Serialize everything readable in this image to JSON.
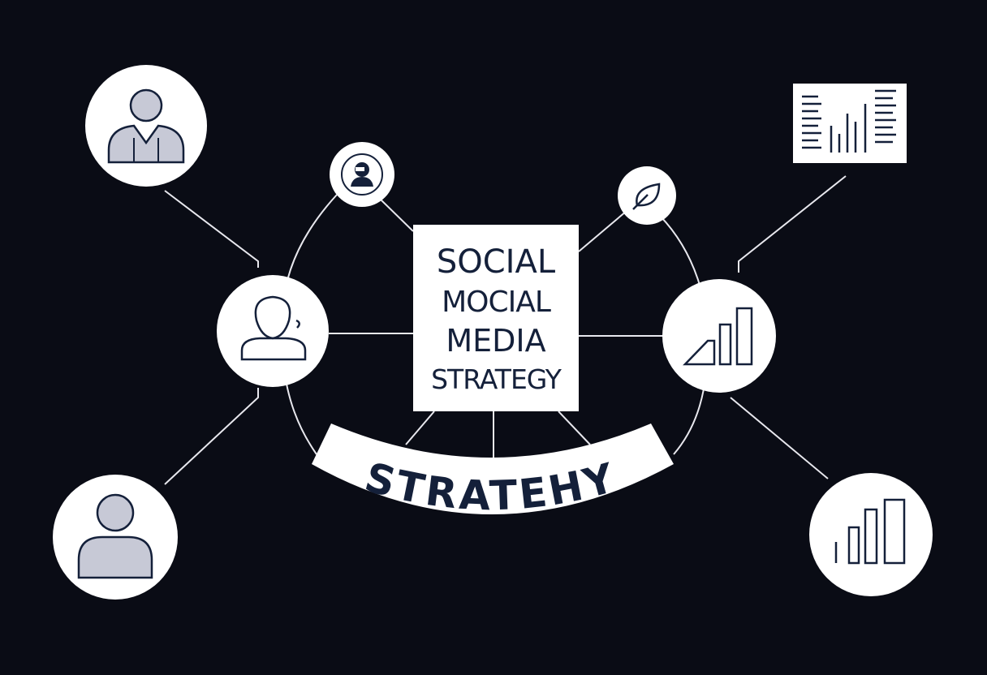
{
  "center_box": {
    "line1": "SOCIAL",
    "line2": "MOCIAL",
    "line3": "MEDIA",
    "line4": "STRATEGY"
  },
  "banner": {
    "text": "STRATEHY"
  },
  "nodes": [
    {
      "id": "top-left",
      "icon": "person-icon"
    },
    {
      "id": "middle-left",
      "icon": "person-icon"
    },
    {
      "id": "bottom-left",
      "icon": "person-icon"
    },
    {
      "id": "small-top-left",
      "icon": "avatar-icon"
    },
    {
      "id": "small-top-right",
      "icon": "leaf-icon"
    },
    {
      "id": "top-right",
      "icon": "report-chart-icon"
    },
    {
      "id": "middle-right",
      "icon": "bar-chart-icon"
    },
    {
      "id": "bottom-right",
      "icon": "bar-chart-icon"
    }
  ],
  "colors": {
    "background": "#0a0c15",
    "node_fill": "#ffffff",
    "icon_stroke": "#14203a",
    "icon_fill": "#c7c9d6",
    "connector": "#e8e8ee"
  }
}
